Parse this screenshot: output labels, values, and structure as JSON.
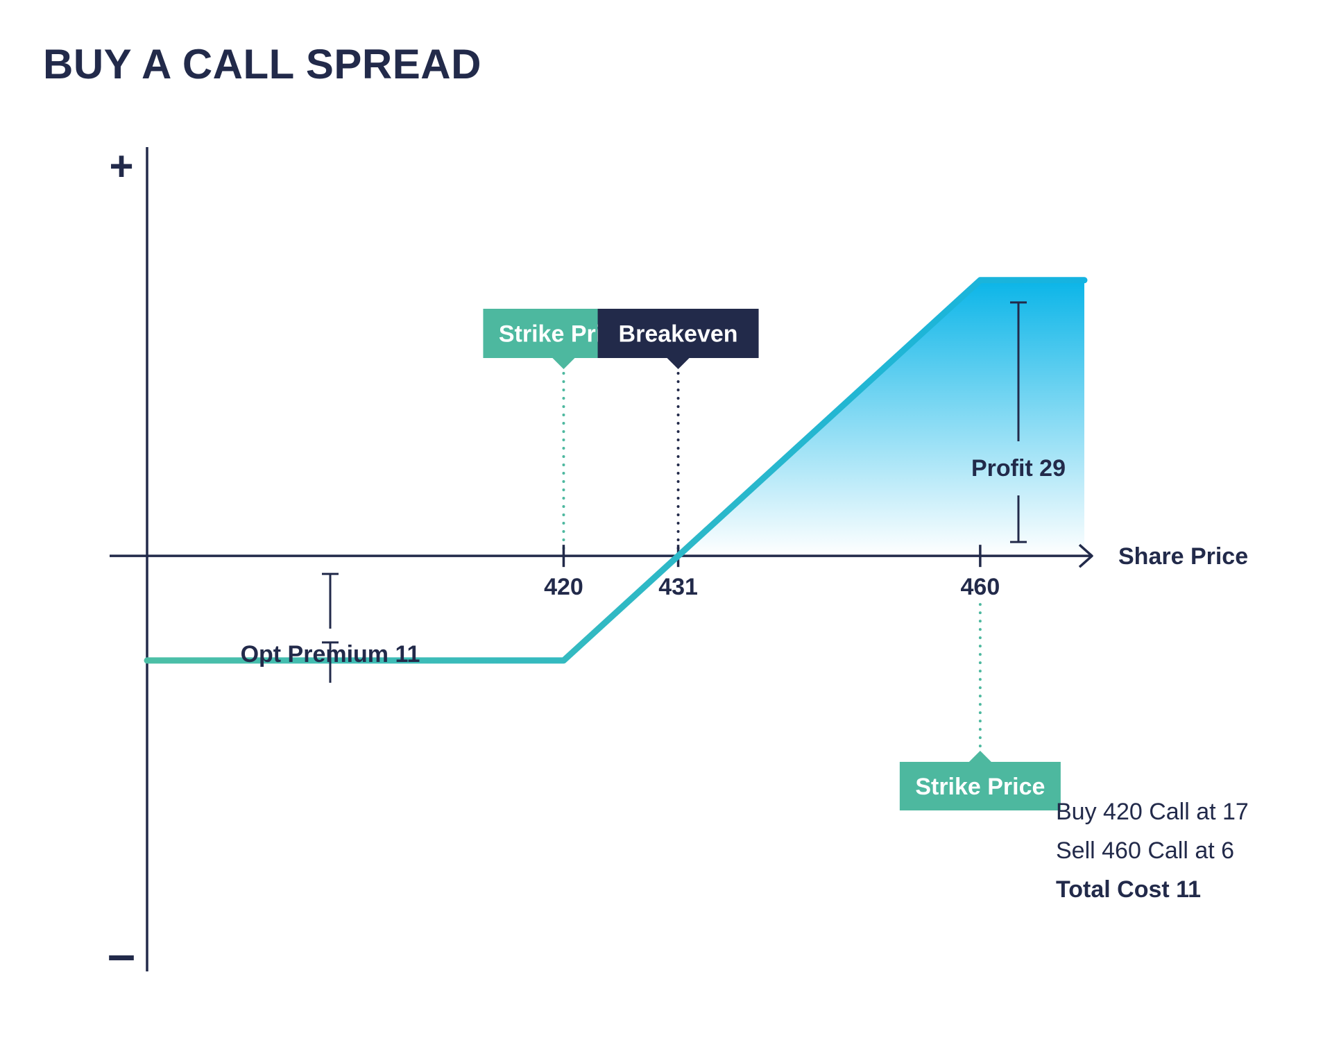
{
  "title": "BUY A CALL SPREAD",
  "colors": {
    "navy": "#222a4a",
    "teal": "#4db89f",
    "line_start": "#4cbfa6",
    "line_end": "#14b3e2",
    "profit_fill": "#0bb5e8"
  },
  "chart_data": {
    "type": "line",
    "xlabel": "Share Price",
    "y_positive_label": "+",
    "y_negative_label": "–",
    "series": [
      {
        "x": [
          380,
          420,
          460,
          470
        ],
        "y": [
          -11,
          -11,
          29,
          29
        ]
      }
    ],
    "x_ticks": [
      {
        "value": 420,
        "label": "420"
      },
      {
        "value": 431,
        "label": "431"
      },
      {
        "value": 460,
        "label": "460"
      }
    ],
    "xlim": [
      380,
      471
    ],
    "ylim": [
      -44,
      43
    ],
    "annotations": {
      "strike_price_1": {
        "label": "Strike Price",
        "x": 420
      },
      "breakeven": {
        "label": "Breakeven",
        "x": 431
      },
      "strike_price_2": {
        "label": "Strike Price",
        "x": 460
      },
      "profit": {
        "label": "Profit 29",
        "value": 29
      },
      "premium": {
        "label": "Opt Premium 11",
        "value": -11
      }
    },
    "profit_area": true,
    "grid": false
  },
  "notes": {
    "buy": "Buy 420 Call at 17",
    "sell": "Sell 460 Call at 6",
    "total": "Total Cost 11"
  }
}
